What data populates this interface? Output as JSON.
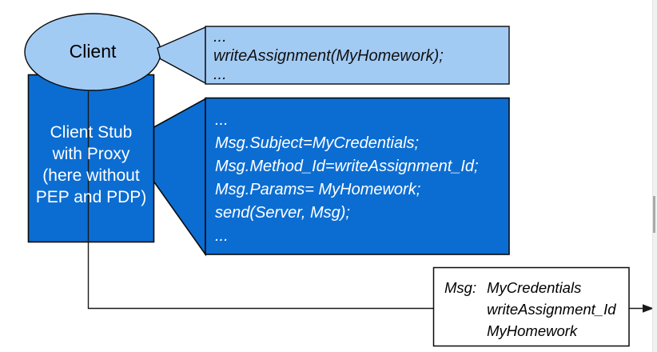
{
  "colors": {
    "light_blue": "#a2cbf4",
    "dark_blue": "#0b6dd2",
    "outline": "#000000",
    "line": "#1a1a1a",
    "box_fill": "#ffffff",
    "scrollbar_track": "#f1f1f1",
    "scrollbar_thumb": "#a9a9a9"
  },
  "client": {
    "label": "Client"
  },
  "client_stub": {
    "lines": [
      "Client Stub",
      "with Proxy",
      "(here without",
      "PEP and PDP)"
    ]
  },
  "call_snippet": {
    "lines": [
      "...",
      "writeAssignment(MyHomework);",
      "..."
    ]
  },
  "marshal_snippet": {
    "lines": [
      "...",
      "Msg.Subject=MyCredentials;",
      "Msg.Method_Id=writeAssignment_Id;",
      "Msg.Params= MyHomework;",
      "send(Server, Msg);",
      "..."
    ]
  },
  "message_box": {
    "label": "Msg:",
    "values": [
      "MyCredentials",
      "writeAssignment_Id",
      "MyHomework"
    ]
  }
}
